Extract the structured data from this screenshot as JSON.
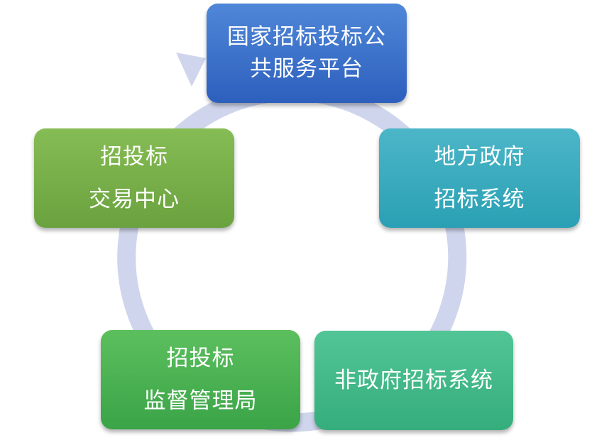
{
  "diagram": {
    "colors": {
      "ring": "#cfd5ec",
      "national": "#3a6ec9",
      "local": "#33a9bd",
      "nongov": "#3fb585",
      "supervision": "#45ae4f",
      "exchange": "#76ad47"
    },
    "nodes": [
      {
        "id": "national",
        "lines": [
          "国家招标投标公",
          "共服务平台"
        ]
      },
      {
        "id": "local",
        "lines": [
          "地方政府",
          "招标系统"
        ]
      },
      {
        "id": "nongov",
        "lines": [
          "非政府招标系统"
        ]
      },
      {
        "id": "supervision",
        "lines": [
          "招投标",
          "监督管理局"
        ]
      },
      {
        "id": "exchange",
        "lines": [
          "招投标",
          "交易中心"
        ]
      }
    ]
  }
}
